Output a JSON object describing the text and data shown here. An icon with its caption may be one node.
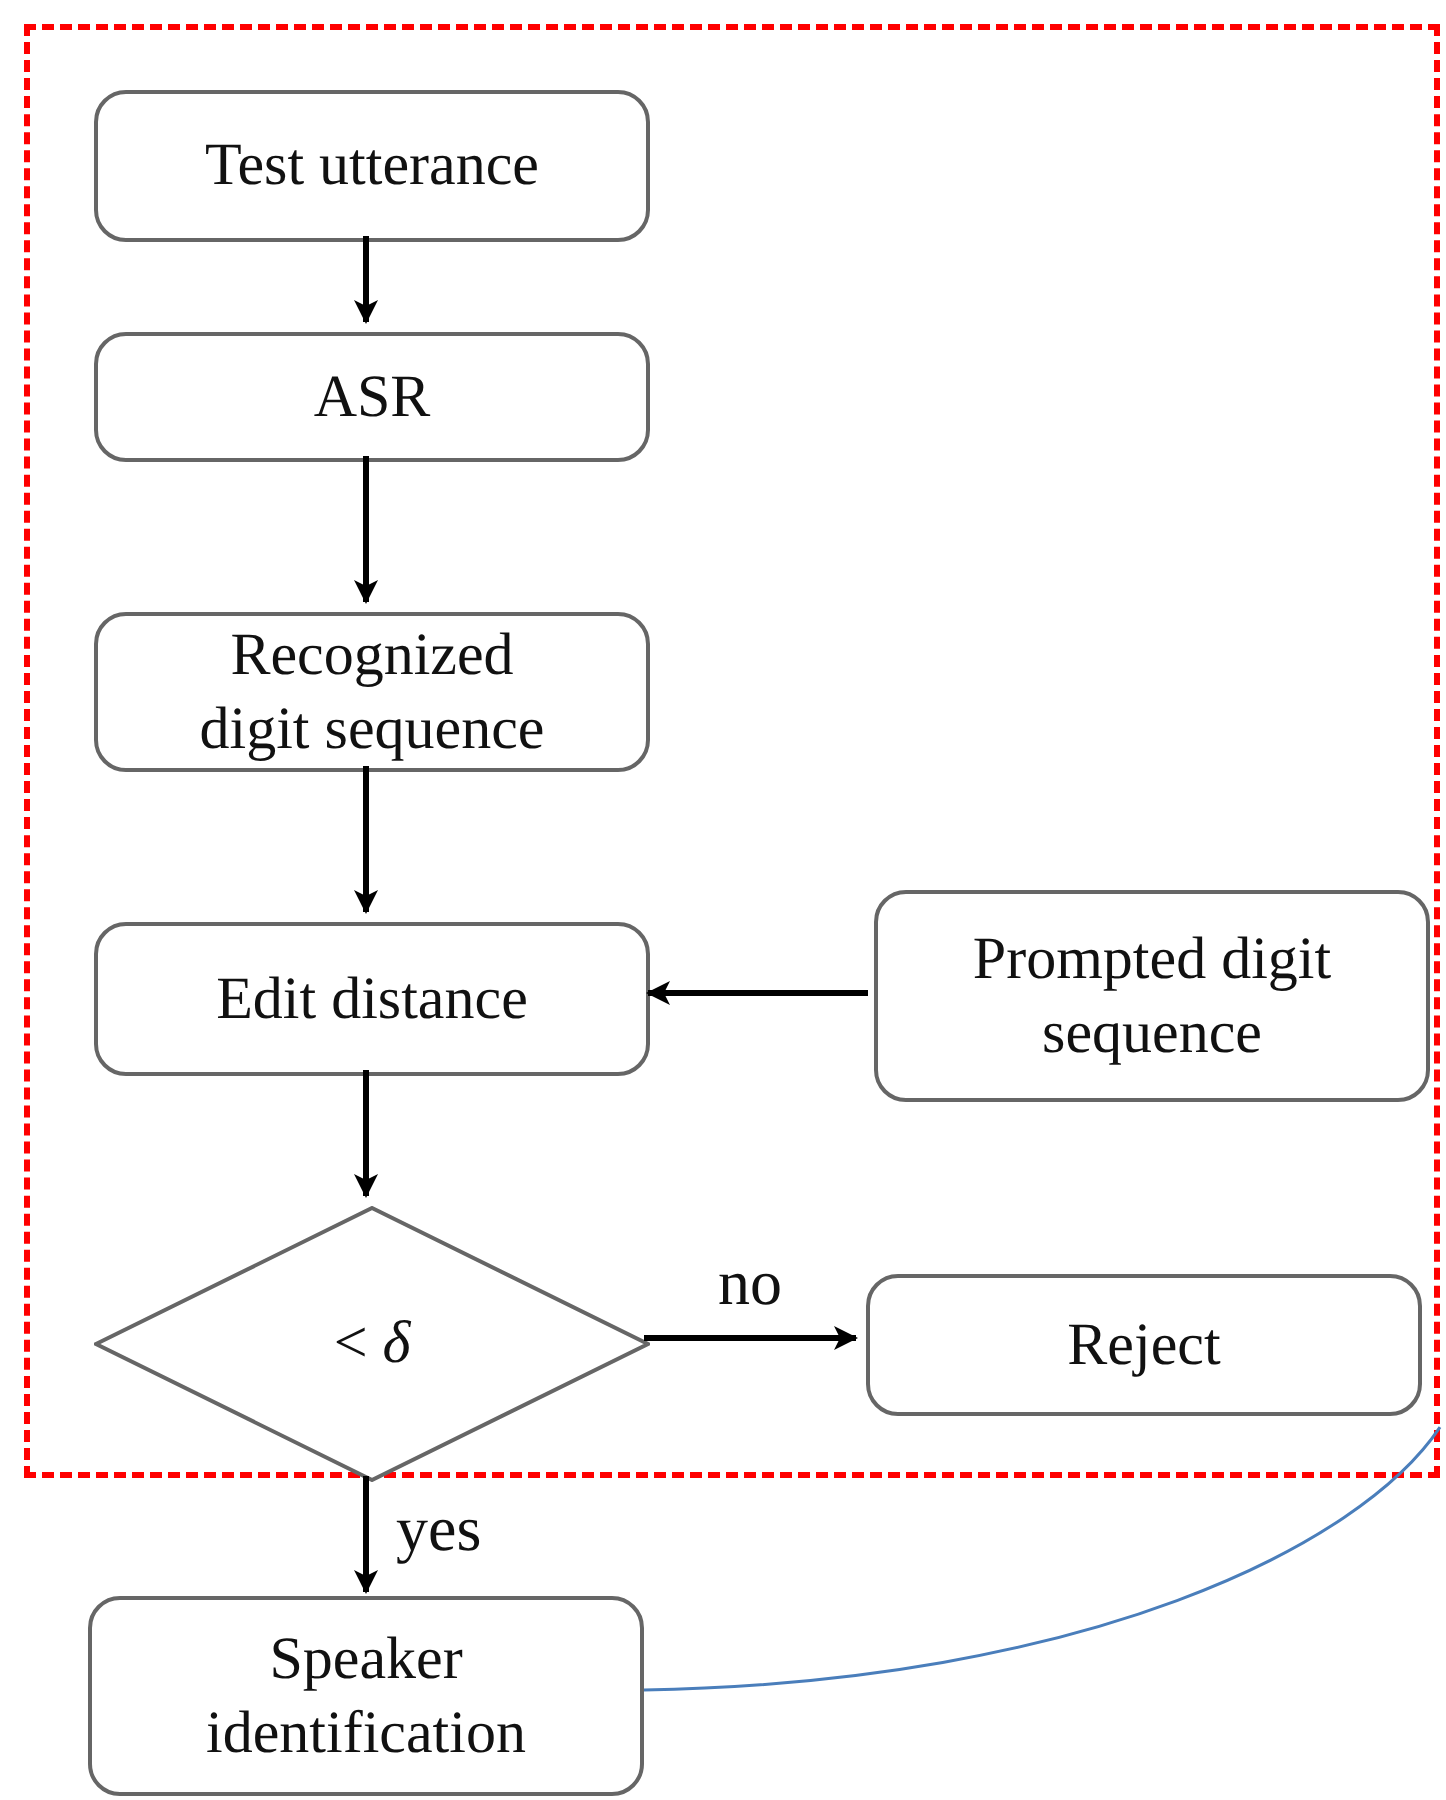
{
  "diagram": {
    "nodes": [
      {
        "text": [],
        "shape": "box"
      },
      {
        "text": [
          "Test utterance"
        ],
        "in": 0
      },
      {
        "text": [
          "ASR"
        ],
        "in": 0
      },
      {
        "text": [
          "Recognized digit sequence"
        ],
        "in": 0
      },
      {
        "text": [
          "Edit distance"
        ],
        "in": 0
      },
      {
        "text": [
          "Prompted digit sequence"
        ],
        "in": 0
      },
      {
        "text": [
          "< *δ*"
        ],
        "in": 0
      },
      {
        "text": [
          "Reject"
        ],
        "in": 0
      },
      {
        "text": [
          "Speaker identification"
        ]
      }
    ],
    "edges": [
      {
        "from": 1,
        "to": 2,
        "arrow": "to"
      },
      {
        "from": 2,
        "to": 3,
        "arrow": "to"
      },
      {
        "from": 3,
        "to": 4,
        "arrow": "to"
      },
      {
        "from": 5,
        "to": 4,
        "arrow": "to"
      },
      {
        "from": 4,
        "to": 6,
        "arrow": "to"
      },
      {
        "from": 6,
        "to": 7,
        "arrow": "to",
        "label": "no"
      },
      {
        "from": 6,
        "to": 8,
        "arrow": "to",
        "label": "yes"
      },
      {
        "from": 8,
        "to": 0,
        "arrow": "none",
        "color": "#4a7ebb"
      }
    ]
  }
}
